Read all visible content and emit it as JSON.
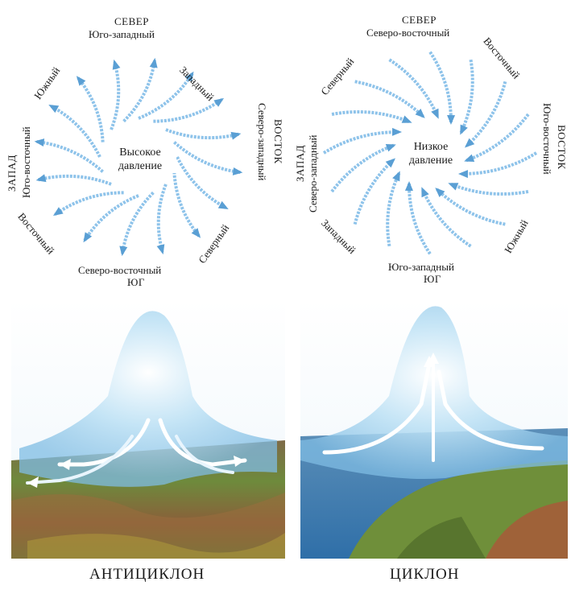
{
  "anticyclone": {
    "compass": {
      "north": "СЕВЕР",
      "south": "ЮГ",
      "east": "ВОСТОК",
      "west": "ЗАПАД"
    },
    "winds": {
      "top": "Юго-западный",
      "top_right": "Западный",
      "right": "Северо-западный",
      "bottom_right": "Северный",
      "bottom": "Северо-восточный",
      "bottom_left": "Восточный",
      "left": "Юго-восточный",
      "top_left": "Южный"
    },
    "center_line1": "Высокое",
    "center_line2": "давление",
    "caption": "АНТИЦИКЛОН"
  },
  "cyclone": {
    "compass": {
      "north": "СЕВЕР",
      "south": "ЮГ",
      "east": "ВОСТОК",
      "west": "ЗАПАД"
    },
    "winds": {
      "top": "Северо-восточный",
      "top_right": "Восточный",
      "right": "Юго-восточный",
      "bottom_right": "Южный",
      "bottom": "Юго-западный",
      "bottom_left": "Западный",
      "left": "Северо-западный",
      "top_left": "Северный"
    },
    "center_line1": "Низкое",
    "center_line2": "давление",
    "caption": "ЦИКЛОН"
  },
  "colors": {
    "arrow": "#8ec3ea",
    "arrow_dark": "#5a9fd4",
    "air_dome": "#bfe2f5",
    "land_green": "#6f8f3a",
    "land_brown": "#8a5a3a",
    "sea": "#2f6fa8"
  }
}
